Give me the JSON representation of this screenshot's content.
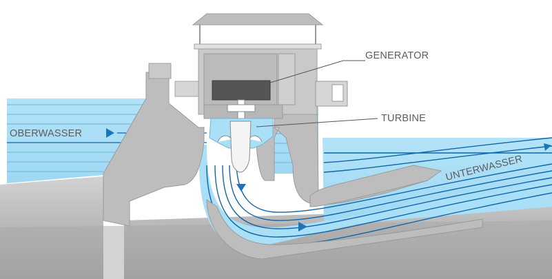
{
  "labels": {
    "generator": "GENERATOR",
    "turbine": "TURBINE",
    "headwater": "OBERWASSER",
    "tailwater": "UNTERWASSER"
  },
  "colors": {
    "water": "#a9dff7",
    "water_dark": "#86cbeb",
    "flow_line": "#0f66a8",
    "arrow": "#1a76b8",
    "concrete": "#bdbdbd",
    "concrete_dark": "#8f8f8f",
    "ground": "#d4d4d4",
    "building": "#c9c9c9",
    "generator": "#555555",
    "text": "#5d5d5d"
  }
}
